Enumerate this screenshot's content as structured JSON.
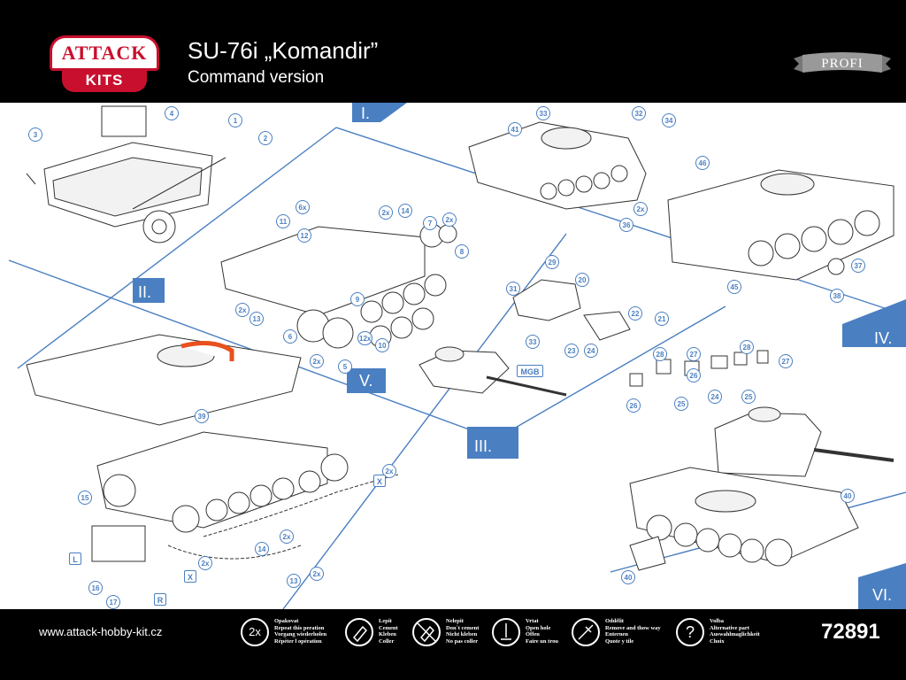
{
  "header": {
    "logo_top": "ATTACK",
    "logo_bottom": "KITS",
    "title": "SU-76i „Komandir”",
    "subtitle": "Command version",
    "badge": "PROFI"
  },
  "steps": [
    "I.",
    "II.",
    "III.",
    "IV.",
    "V.",
    "VI."
  ],
  "callouts": {
    "n1": "1",
    "n2": "2",
    "n3": "3",
    "n4": "4",
    "n5": "5",
    "n6": "6",
    "n7": "7",
    "n8": "8",
    "n9": "9",
    "n10": "10",
    "n11": "11",
    "n12": "12",
    "n12x": "12x",
    "n13": "13",
    "n13b": "13",
    "n14": "14",
    "n14b": "14",
    "n15": "15",
    "n16": "16",
    "n17": "17",
    "n20": "20",
    "n21": "21",
    "n22": "22",
    "n23": "23",
    "n24": "24",
    "n24b": "24",
    "n25": "25",
    "n25b": "25",
    "n26": "26",
    "n26b": "26",
    "n27": "27",
    "n27b": "27",
    "n28": "28",
    "n28b": "28",
    "n29": "29",
    "n31": "31",
    "n32": "32",
    "n33": "33",
    "n33b": "33",
    "n34": "34",
    "n36": "36",
    "n37": "37",
    "n38": "38",
    "n39": "39",
    "n40": "40",
    "n40b": "40",
    "n41": "41",
    "n45": "45",
    "n46": "46",
    "x2a": "2x",
    "x2b": "2x",
    "x2c": "2x",
    "x2d": "2x",
    "x2e": "2x",
    "x2f": "2x",
    "x2g": "2x",
    "x2h": "2x",
    "x2i": "2x",
    "x6": "6x",
    "mgb": "MGB",
    "L": "L",
    "R": "R",
    "X1": "X",
    "X2": "X"
  },
  "footer": {
    "url": "www.attack-hobby-kit.cz",
    "catalog_number": "72891",
    "legend": [
      {
        "icon": "2x",
        "lines": [
          "Opakovat",
          "Repeat this peration",
          "Vorgang wiederholen",
          "Répéter l opération"
        ]
      },
      {
        "icon": "glue",
        "lines": [
          "Lepit",
          "Cement",
          "Kleben",
          "Coller"
        ]
      },
      {
        "icon": "no-glue",
        "lines": [
          "Nelepit",
          "Don´t cement",
          "Nicht kleben",
          "No pas coller"
        ]
      },
      {
        "icon": "drill",
        "lines": [
          "Vrtat",
          "Open hole",
          "Öffen",
          "Faire un trou"
        ]
      },
      {
        "icon": "cut",
        "lines": [
          "Oddělit",
          "Remove and thow way",
          "Enternen",
          "Quote y tile"
        ]
      },
      {
        "icon": "?",
        "lines": [
          "Volba",
          "Alternative part",
          "Auswahlmaglichkeit",
          "Choix"
        ]
      }
    ]
  },
  "colors": {
    "accent_blue": "#4a7fc1",
    "logo_red": "#c8102e",
    "highlight_orange": "#e8501e"
  }
}
